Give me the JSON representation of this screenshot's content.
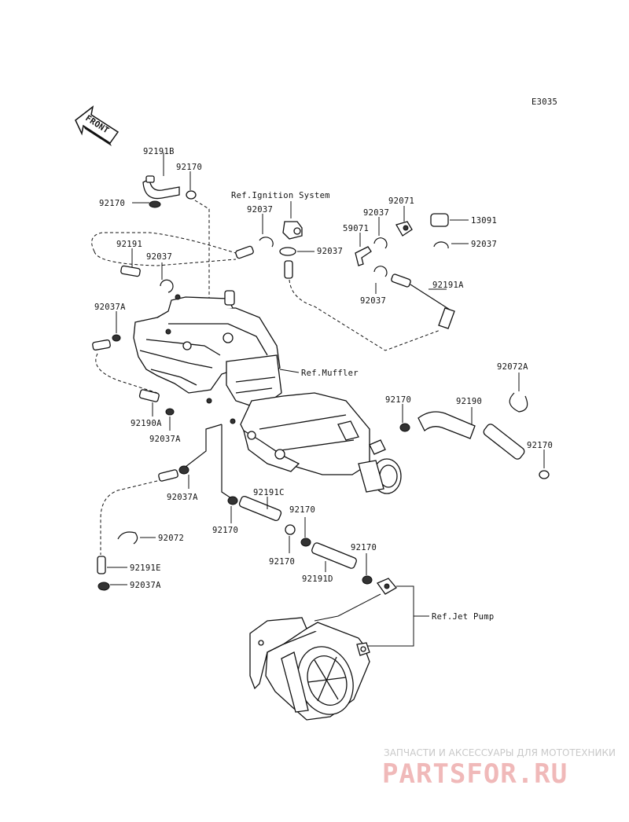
{
  "diagram_code": "E3035",
  "front_label": "FRONT",
  "refs": {
    "ignition": "Ref.Ignition System",
    "muffler": "Ref.Muffler",
    "jet_pump": "Ref.Jet Pump"
  },
  "part_labels": {
    "p92191B": "92191B",
    "p92170_a": "92170",
    "p92170_b": "92170",
    "p92037_a": "92037",
    "p92071": "92071",
    "p92037_b": "92037",
    "p59071": "59071",
    "p13091": "13091",
    "p92037_c": "92037",
    "p92191": "92191",
    "p92037_d": "92037",
    "p92037_e": "92037",
    "p92037_f": "92037",
    "p92191A": "92191A",
    "p92037A_a": "92037A",
    "p92072A": "92072A",
    "p92170_c": "92170",
    "p92190": "92190",
    "p92170_d": "92170",
    "p92190A": "92190A",
    "p92037A_b": "92037A",
    "p92037A_c": "92037A",
    "p92191C": "92191C",
    "p92170_e": "92170",
    "p92170_f": "92170",
    "p92072": "92072",
    "p92170_g": "92170",
    "p92170_h": "92170",
    "p92191D": "92191D",
    "p92191E": "92191E",
    "p92037A_d": "92037A"
  },
  "watermark": {
    "subtitle": "ЗАПЧАСТИ И АКСЕССУАРЫ ДЛЯ МОТОТЕХНИКИ",
    "brand": "PARTSFOR.RU"
  }
}
